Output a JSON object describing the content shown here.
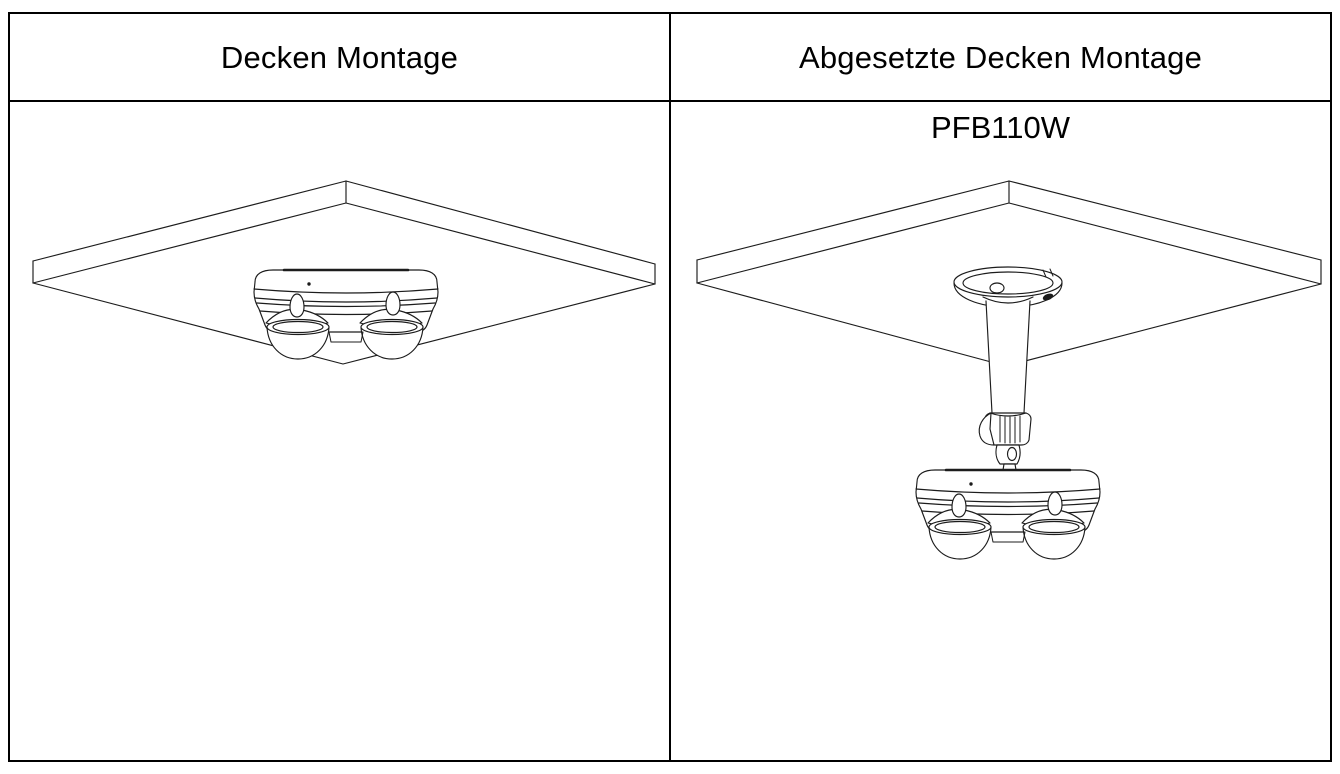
{
  "table": {
    "columns": [
      {
        "header": "Decken Montage",
        "drawing": "ceiling-mounted-dual-dome-camera"
      },
      {
        "header": "Abgesetzte Decken Montage",
        "part_label": "PFB110W",
        "drawing": "pendant-mounted-dual-dome-camera"
      }
    ]
  },
  "colors": {
    "line": "#1c1c1c",
    "background": "#ffffff",
    "text": "#000000"
  }
}
